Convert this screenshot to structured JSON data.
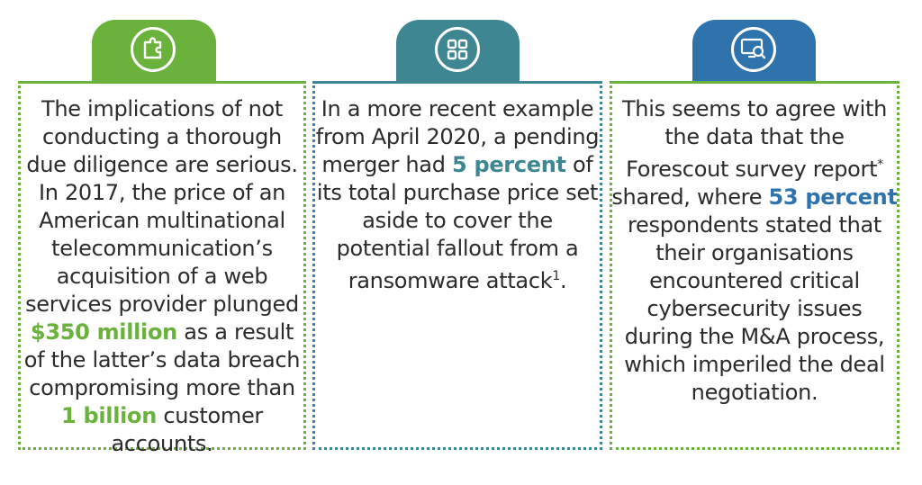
{
  "colors": {
    "green": "#6ab23c",
    "teal": "#3e8692",
    "blue": "#2f73ad"
  },
  "cards": [
    {
      "icon": "puzzle-piece-icon",
      "lines": [
        [
          "The implications of not"
        ],
        [
          "conducting a thorough"
        ],
        [
          "due diligence are serious."
        ],
        [
          "In 2017, the price of an"
        ],
        [
          "American multinational"
        ],
        [
          "telecommunication’s"
        ],
        [
          "acquisition of a web"
        ],
        [
          "services provider plunged"
        ],
        [
          "$350 million",
          " as a result"
        ],
        [
          "of the latter’s data breach"
        ],
        [
          "compromising more than"
        ],
        [
          "1 billion",
          " customer"
        ],
        [
          "accounts."
        ]
      ]
    },
    {
      "icon": "grid-icon",
      "lines": [
        [
          "In a more recent example"
        ],
        [
          "from April 2020, a pending"
        ],
        [
          "merger had ",
          "5 percent",
          " of"
        ],
        [
          "its total purchase price set"
        ],
        [
          "aside to cover the"
        ],
        [
          "potential fallout from a"
        ],
        [
          "ransomware attack",
          "1",
          "."
        ]
      ]
    },
    {
      "icon": "monitor-search-icon",
      "lines": [
        [
          "This seems to agree with"
        ],
        [
          "the data that the"
        ],
        [
          "Forescout survey report",
          "*"
        ],
        [
          "shared, where ",
          "53 percent"
        ],
        [
          "respondents stated that"
        ],
        [
          "their organisations"
        ],
        [
          "encountered critical"
        ],
        [
          "cybersecurity issues"
        ],
        [
          "during the M&A process,"
        ],
        [
          "which imperiled the deal"
        ],
        [
          "negotiation."
        ]
      ]
    }
  ]
}
